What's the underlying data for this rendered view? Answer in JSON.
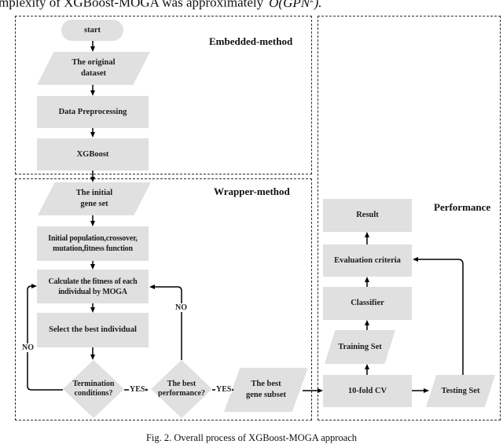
{
  "top": {
    "text_prefix": "mplexity of XGBoost-MOGA was approximately",
    "formula_body": "O(GPN",
    "formula_sup": "2",
    "formula_suffix": ")."
  },
  "colors": {
    "shape_fill": "#e0e0e0",
    "connector": "#000000",
    "box_border": "#2e2e2e"
  },
  "embedded": {
    "label": "Embedded-method",
    "start": "start",
    "dataset": {
      "line1": "The original",
      "line2": "dataset"
    },
    "preprocessing": "Data Preprocessing",
    "xgboost": "XGBoost"
  },
  "wrapper": {
    "label": "Wrapper-method",
    "initial_gene": {
      "line1": "The initial",
      "line2": "gene set"
    },
    "init_population": {
      "line1": "Initial population,crossover,",
      "line2": "mutation,fitness function"
    },
    "calc_fitness": {
      "line1": "Calculate the fitness of each",
      "line2": "individual by MOGA"
    },
    "select_best": "Select the best individual",
    "termination": {
      "line1": "Termination",
      "line2": "conditions?"
    },
    "best_performance": {
      "line1": "The best",
      "line2": "performance?"
    },
    "best_gene_subset": {
      "line1": "The best",
      "line2": "gene subset"
    },
    "edge_labels": {
      "yes1": "YES",
      "yes2": "YES",
      "no_left": "NO",
      "no_right": "NO"
    }
  },
  "performance": {
    "label": "Performance",
    "result": "Result",
    "evaluation": "Evaluation criteria",
    "classifier": "Classifier",
    "training_set": "Training Set",
    "cv": "10-fold CV",
    "testing_set": "Testing Set"
  },
  "caption": "Fig. 2. Overall process of XGBoost-MOGA approach"
}
